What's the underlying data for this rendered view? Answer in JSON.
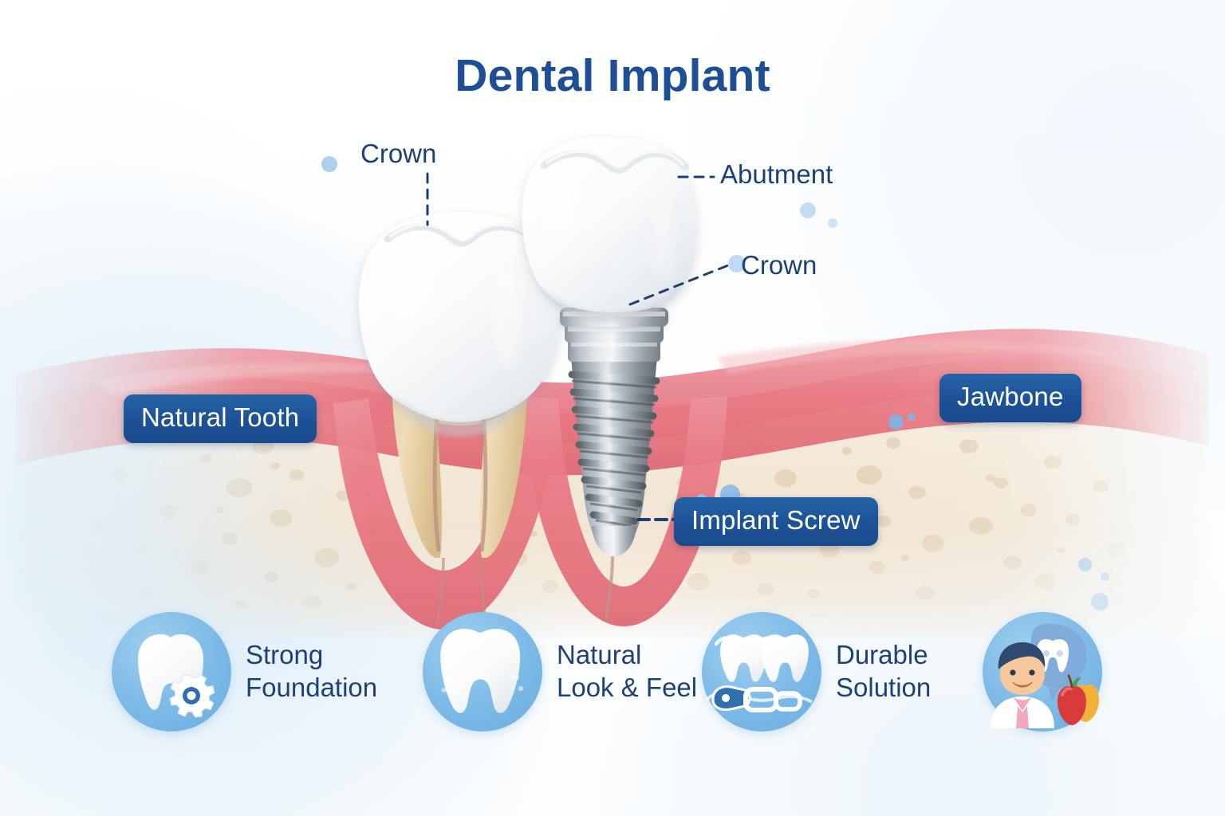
{
  "page": {
    "title": "Dental Implant",
    "background_color": "#ffffff",
    "accent_blue": "#1d5196",
    "text_blue": "#1d4175",
    "circle_blue": "#7cb9e6",
    "gum_color": "#e8808a",
    "bone_color": "#f2e6d4",
    "metal_color": "#b8bfc6"
  },
  "callouts": {
    "crown_natural": "Crown",
    "abutment": "Abutment",
    "crown_implant": "Crown"
  },
  "badges": {
    "natural_tooth": "Natural Tooth",
    "jawbone": "Jawbone",
    "implant_screw": "Implant Screw"
  },
  "features": [
    {
      "icon": "tooth-gear-icon",
      "line1": "Strong",
      "line2": "Foundation"
    },
    {
      "icon": "tooth-icon",
      "line1": "Natural",
      "line2": "Look & Feel"
    },
    {
      "icon": "teeth-chain-icon",
      "line1": "Durable",
      "line2": "Solution"
    },
    {
      "icon": "dentist-apple-icon",
      "line1": "",
      "line2": ""
    }
  ],
  "anatomy": {
    "natural_tooth": "natural-tooth",
    "implant_crown": "implant-crown",
    "abutment": "abutment-post",
    "screw": "implant-screw",
    "gum": "gum-tissue",
    "bone": "jawbone-tissue"
  }
}
